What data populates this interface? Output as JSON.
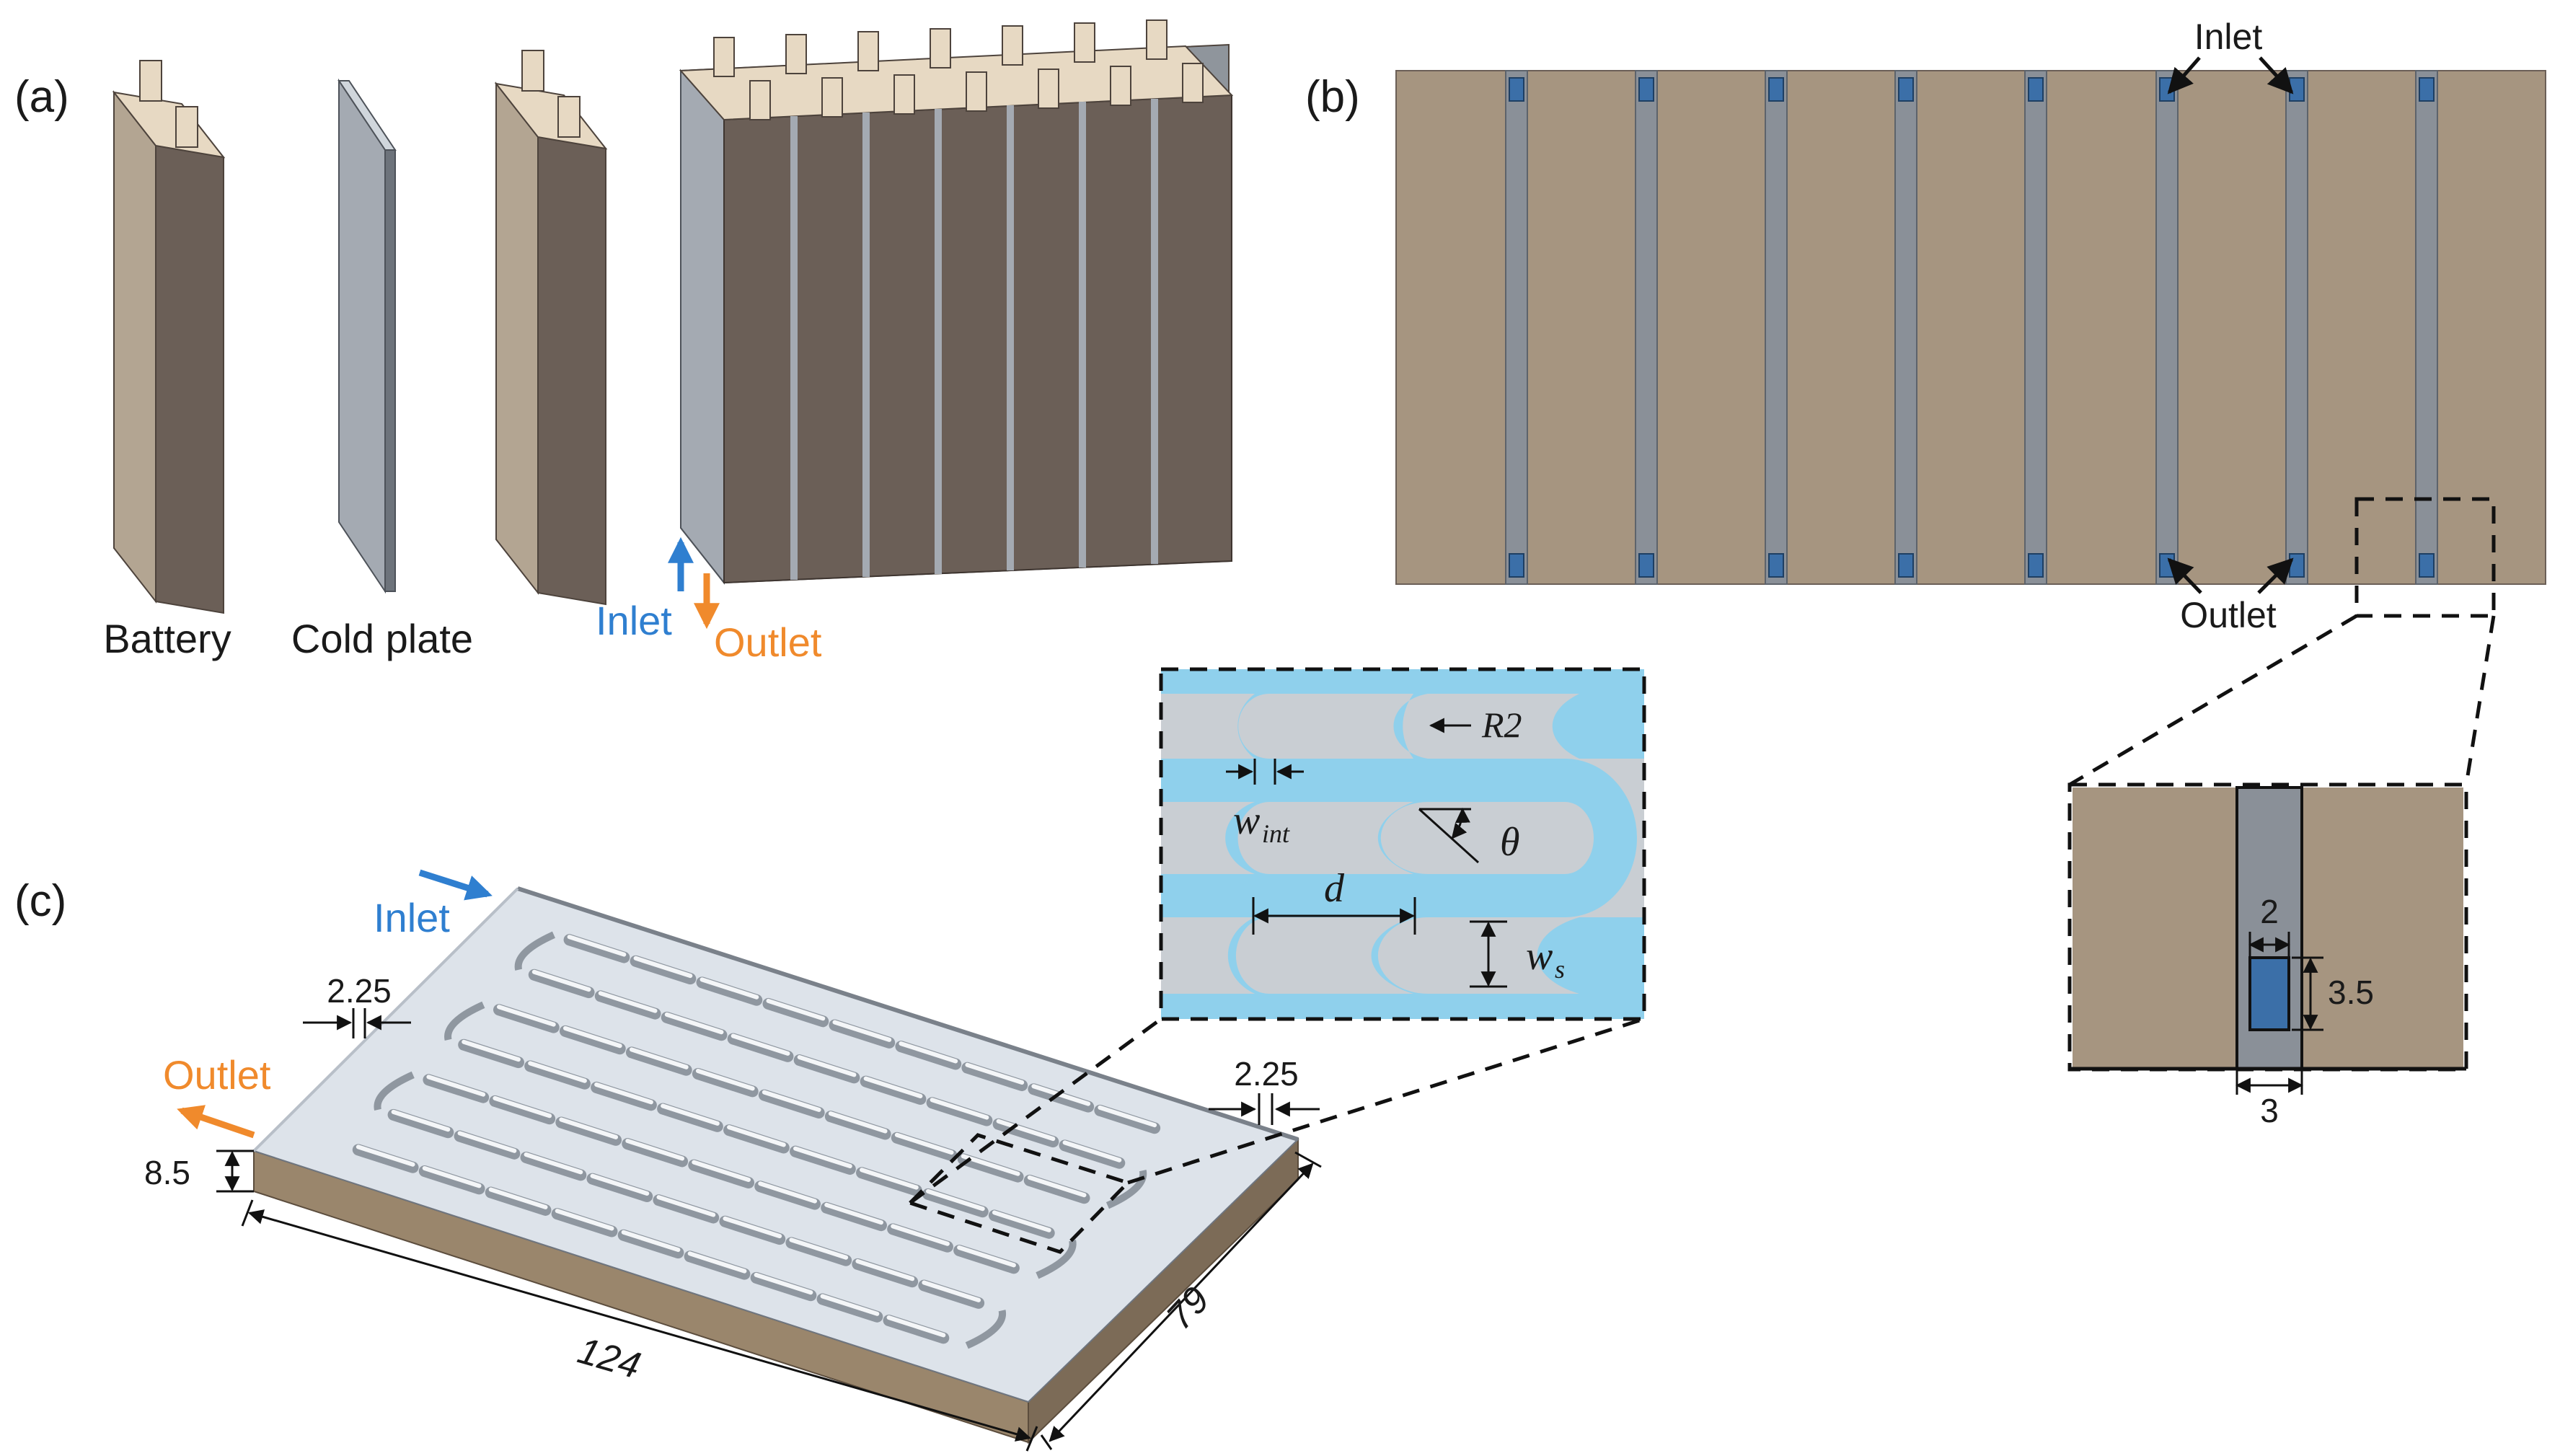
{
  "panels": {
    "a": {
      "tag": "(a)",
      "battery": "Battery",
      "cold_plate": "Cold plate",
      "inlet": "Inlet",
      "outlet": "Outlet"
    },
    "b": {
      "tag": "(b)",
      "inlet": "Inlet",
      "outlet": "Outlet",
      "dim_width": "2",
      "dim_height": "3.5",
      "dim_plate": "3"
    },
    "c": {
      "tag": "(c)",
      "inlet": "Inlet",
      "outlet": "Outlet",
      "dim_wall_left": "2.25",
      "dim_wall_right": "2.25",
      "dim_thickness": "8.5",
      "dim_length": "124",
      "dim_width": "79",
      "detail": {
        "radius": "R2",
        "w_int": "w",
        "w_int_sub": "int",
        "theta": "θ",
        "d": "d",
        "w_s": "w",
        "w_s_sub": "s"
      }
    }
  },
  "colors": {
    "battery_front": "#6b5f57",
    "battery_side": "#b3a592",
    "battery_top": "#e7d9c3",
    "plate": "#a4aab2",
    "channel_blue": "#8fd0ec",
    "port_blue": "#3b6fa8",
    "inlet_blue": "#2f7fd0",
    "outlet_orange": "#f08a2c",
    "top_view": "#a69580",
    "plate_surface": "#dde3ea",
    "plate_base": "#9a866c"
  }
}
